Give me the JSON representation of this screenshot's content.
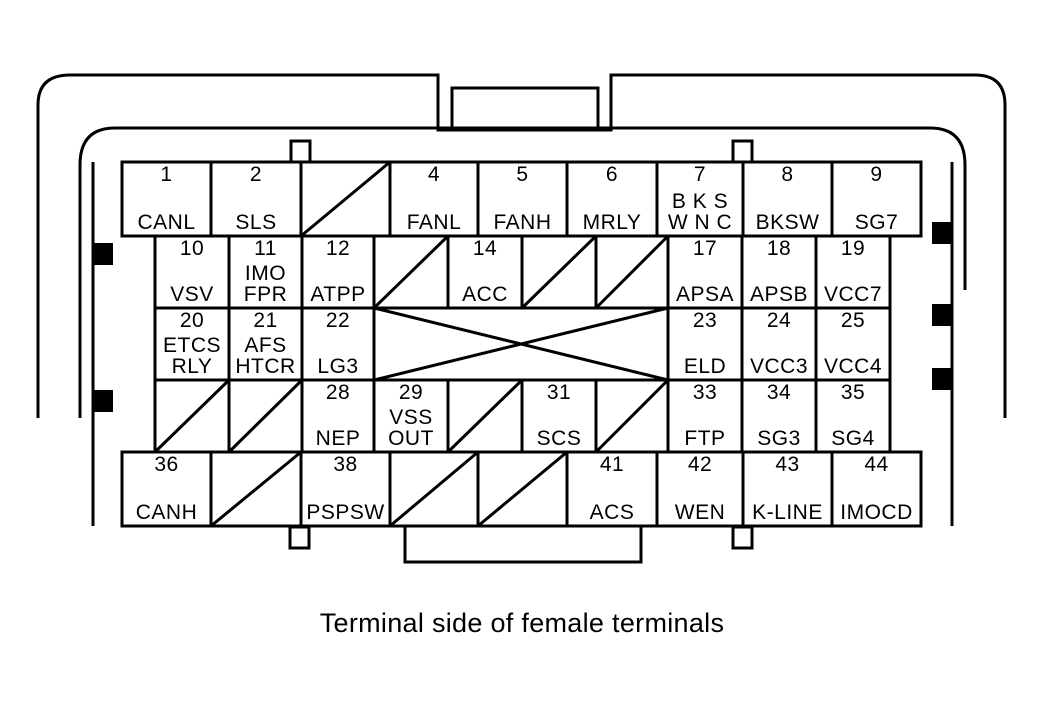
{
  "rows": [
    [
      {
        "pin": "1",
        "sig": [
          "CANL"
        ]
      },
      {
        "pin": "2",
        "sig": [
          "SLS"
        ]
      },
      {
        "blank": true
      },
      {
        "pin": "4",
        "sig": [
          "FANL"
        ]
      },
      {
        "pin": "5",
        "sig": [
          "FANH"
        ]
      },
      {
        "pin": "6",
        "sig": [
          "MRLY"
        ]
      },
      {
        "pin": "7",
        "sig": [
          "B K S",
          "W N C"
        ]
      },
      {
        "pin": "8",
        "sig": [
          "BKSW"
        ]
      },
      {
        "pin": "9",
        "sig": [
          "SG7"
        ]
      }
    ],
    [
      {
        "pin": "10",
        "sig": [
          "VSV"
        ]
      },
      {
        "pin": "11",
        "sig": [
          "IMO",
          "FPR"
        ]
      },
      {
        "pin": "12",
        "sig": [
          "ATPP"
        ]
      },
      {
        "blank": true
      },
      {
        "pin": "14",
        "sig": [
          "ACC"
        ]
      },
      {
        "blank": true
      },
      {
        "blank": true
      },
      {
        "pin": "17",
        "sig": [
          "APSA"
        ]
      },
      {
        "pin": "18",
        "sig": [
          "APSB"
        ]
      },
      {
        "pin": "19",
        "sig": [
          "VCC7"
        ]
      }
    ],
    [
      {
        "pin": "20",
        "sig": [
          "ETCS",
          "RLY"
        ]
      },
      {
        "pin": "21",
        "sig": [
          "AFS",
          "HTCR"
        ]
      },
      {
        "pin": "22",
        "sig": [
          "LG3"
        ]
      },
      {
        "cross": true
      },
      {
        "pin": "23",
        "sig": [
          "ELD"
        ]
      },
      {
        "pin": "24",
        "sig": [
          "VCC3"
        ]
      },
      {
        "pin": "25",
        "sig": [
          "VCC4"
        ]
      }
    ],
    [
      {
        "blank": true
      },
      {
        "blank": true
      },
      {
        "pin": "28",
        "sig": [
          "NEP"
        ]
      },
      {
        "pin": "29",
        "sig": [
          "VSS",
          "OUT"
        ]
      },
      {
        "blank": true
      },
      {
        "pin": "31",
        "sig": [
          "SCS"
        ]
      },
      {
        "blank": true
      },
      {
        "pin": "33",
        "sig": [
          "FTP"
        ]
      },
      {
        "pin": "34",
        "sig": [
          "SG3"
        ]
      },
      {
        "pin": "35",
        "sig": [
          "SG4"
        ]
      }
    ],
    [
      {
        "pin": "36",
        "sig": [
          "CANH"
        ]
      },
      {
        "blank": true
      },
      {
        "pin": "38",
        "sig": [
          "PSPSW"
        ]
      },
      {
        "blank": true
      },
      {
        "blank": true
      },
      {
        "pin": "41",
        "sig": [
          "ACS"
        ]
      },
      {
        "pin": "42",
        "sig": [
          "WEN"
        ]
      },
      {
        "pin": "43",
        "sig": [
          "K-LINE"
        ]
      },
      {
        "pin": "44",
        "sig": [
          "IMOCD"
        ]
      }
    ]
  ],
  "caption": "Terminal side of female terminals"
}
